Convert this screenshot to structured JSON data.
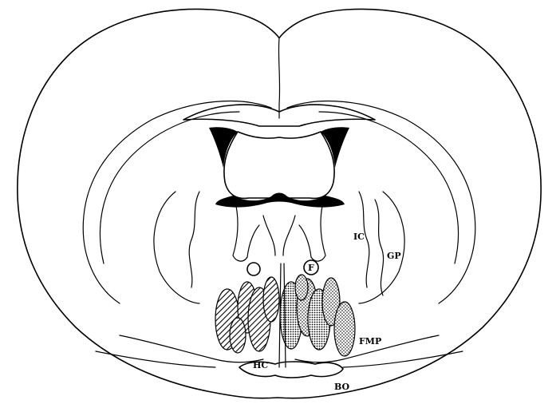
{
  "labels": {
    "ic": "IC",
    "gp": "GP",
    "f": "F",
    "fmp": "FMP",
    "hc": "HC",
    "bo": "BO"
  }
}
